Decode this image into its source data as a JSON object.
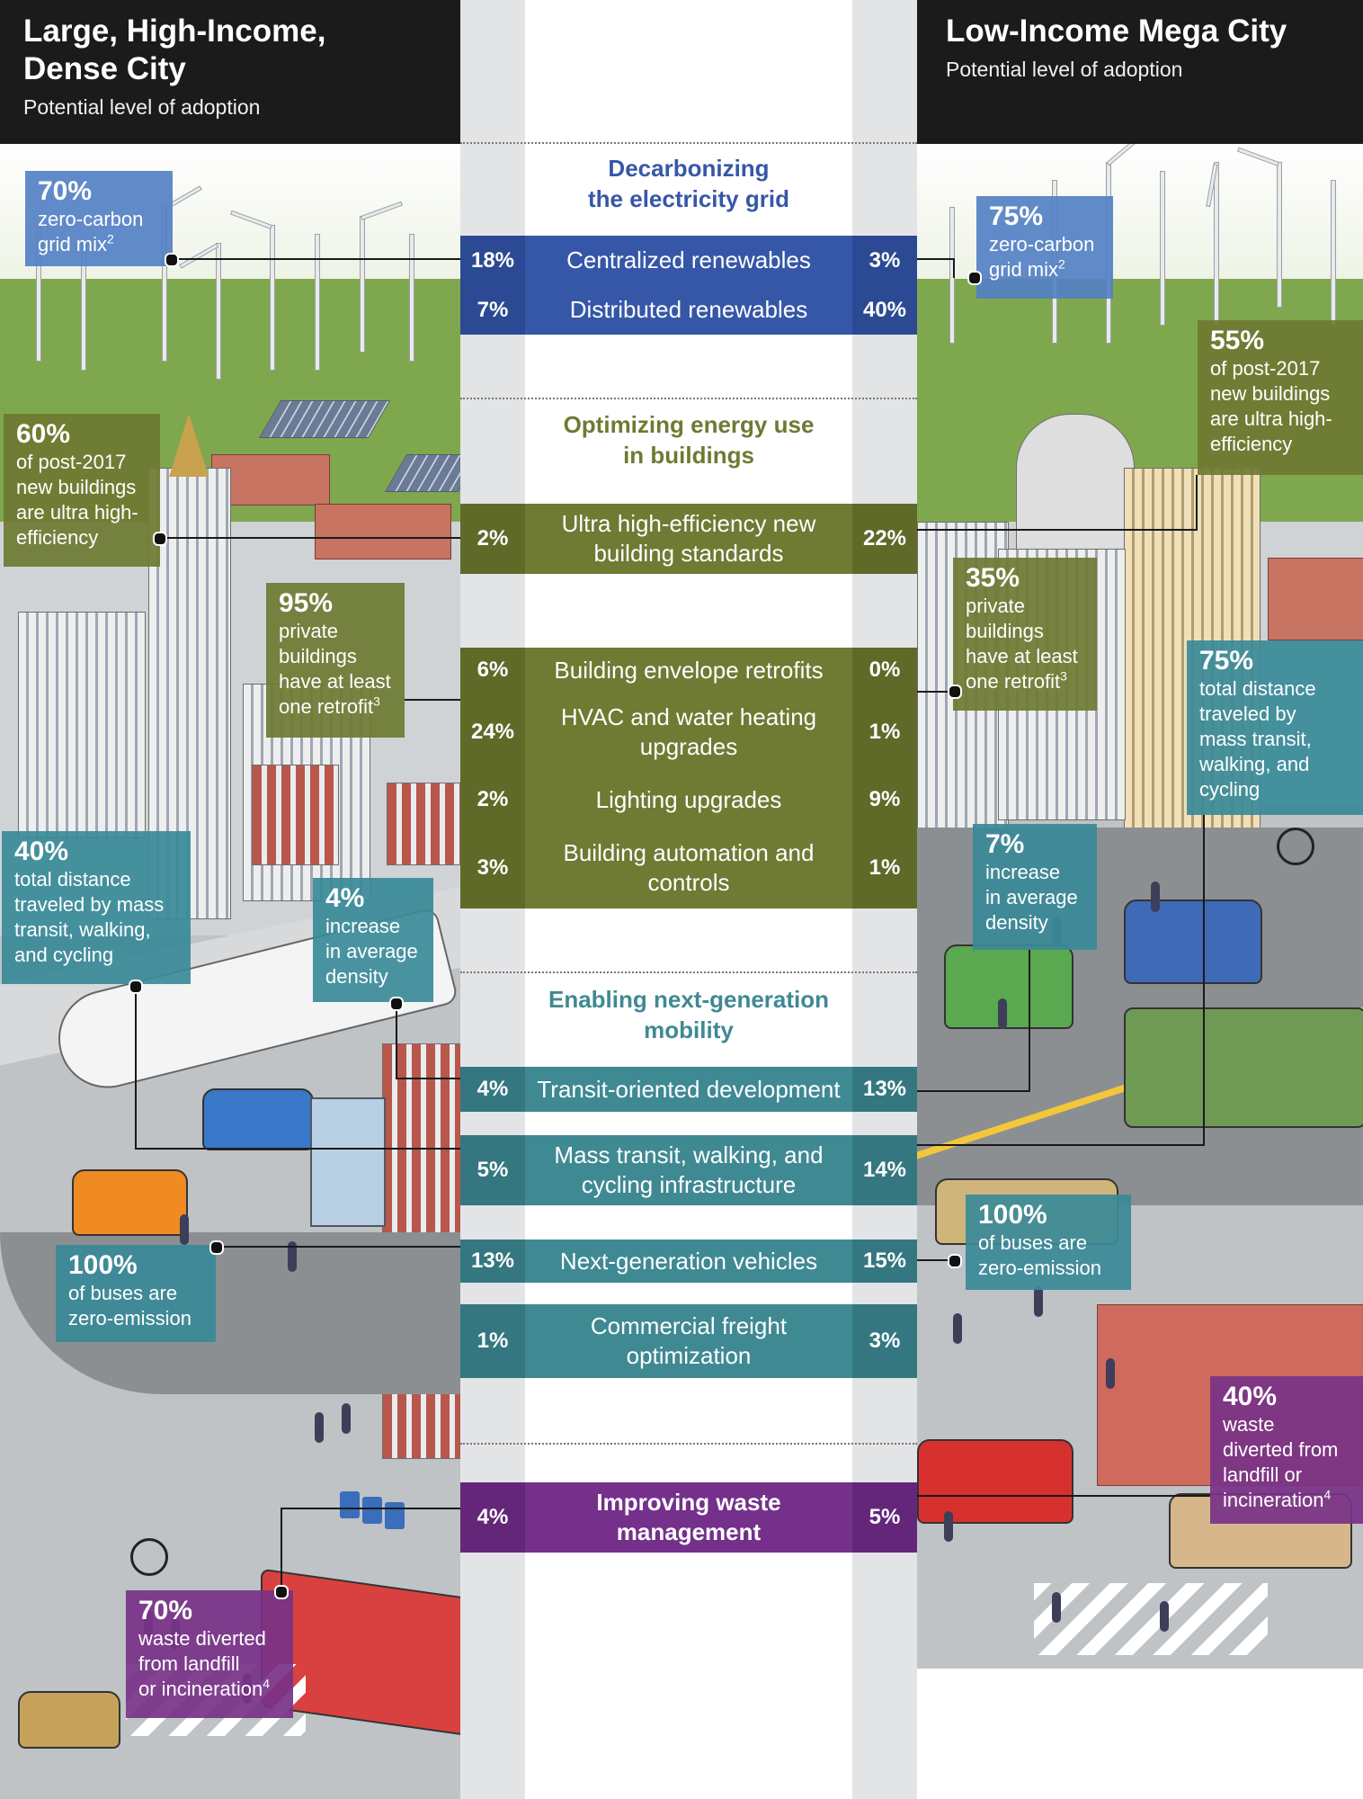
{
  "left": {
    "title": "Large, High-Income,\nDense City",
    "subtitle": "Potential level of adoption",
    "callouts": [
      {
        "pct": "70%",
        "desc": "zero-carbon\ngrid mix",
        "sup": "2"
      },
      {
        "pct": "60%",
        "desc": "of post-2017\nnew buildings\nare ultra high-\nefficiency"
      },
      {
        "pct": "95%",
        "desc": "private\nbuildings\nhave at least\none retrofit",
        "sup": "3"
      },
      {
        "pct": "40%",
        "desc": "total distance\ntraveled by mass\ntransit, walking,\nand cycling"
      },
      {
        "pct": "4%",
        "desc": "increase\nin average\ndensity"
      },
      {
        "pct": "100%",
        "desc": "of buses are\nzero-emission"
      },
      {
        "pct": "70%",
        "desc": "waste diverted\nfrom landfill\nor incineration",
        "sup": "4"
      }
    ]
  },
  "right": {
    "title": "Low-Income Mega City",
    "subtitle": "Potential level of adoption",
    "callouts": [
      {
        "pct": "75%",
        "desc": "zero-carbon\ngrid mix",
        "sup": "2"
      },
      {
        "pct": "55%",
        "desc": "of post-2017\nnew buildings\nare ultra high-\nefficiency"
      },
      {
        "pct": "35%",
        "desc": "private\nbuildings\nhave at least\none retrofit",
        "sup": "3"
      },
      {
        "pct": "75%",
        "desc": "total distance\ntraveled by\nmass transit,\nwalking, and\ncycling"
      },
      {
        "pct": "7%",
        "desc": "increase\nin average\ndensity"
      },
      {
        "pct": "100%",
        "desc": "of buses are\nzero-emission"
      },
      {
        "pct": "40%",
        "desc": "waste\ndiverted from\nlandfill or\nincineration",
        "sup": "4"
      }
    ]
  },
  "sections": [
    {
      "title": "Decarbonizing\nthe electricity grid",
      "color": "#3657a7",
      "rows": [
        {
          "left": "18%",
          "label": "Centralized renewables",
          "right": "3%"
        },
        {
          "left": "7%",
          "label": "Distributed renewables",
          "right": "40%"
        }
      ]
    },
    {
      "title": "Optimizing energy use\nin buildings",
      "color": "#6f7a33",
      "rows": [
        {
          "left": "2%",
          "label": "Ultra high-efficiency new\nbuilding standards",
          "right": "22%"
        },
        {
          "left": "6%",
          "label": "Building envelope retrofits",
          "right": "0%"
        },
        {
          "left": "24%",
          "label": "HVAC and water heating\nupgrades",
          "right": "1%"
        },
        {
          "left": "2%",
          "label": "Lighting upgrades",
          "right": "9%"
        },
        {
          "left": "3%",
          "label": "Building automation and\ncontrols",
          "right": "1%"
        }
      ]
    },
    {
      "title": "Enabling next-generation\nmobility",
      "color": "#3f8993",
      "rows": [
        {
          "left": "4%",
          "label": "Transit-oriented development",
          "right": "13%"
        },
        {
          "left": "5%",
          "label": "Mass transit, walking, and\ncycling infrastructure",
          "right": "14%"
        },
        {
          "left": "13%",
          "label": "Next-generation vehicles",
          "right": "15%"
        },
        {
          "left": "1%",
          "label": "Commercial freight\noptimization",
          "right": "3%"
        }
      ]
    },
    {
      "title": "",
      "color": "#74308b",
      "rows": [
        {
          "left": "4%",
          "label": "Improving waste\nmanagement",
          "right": "5%"
        }
      ]
    }
  ]
}
